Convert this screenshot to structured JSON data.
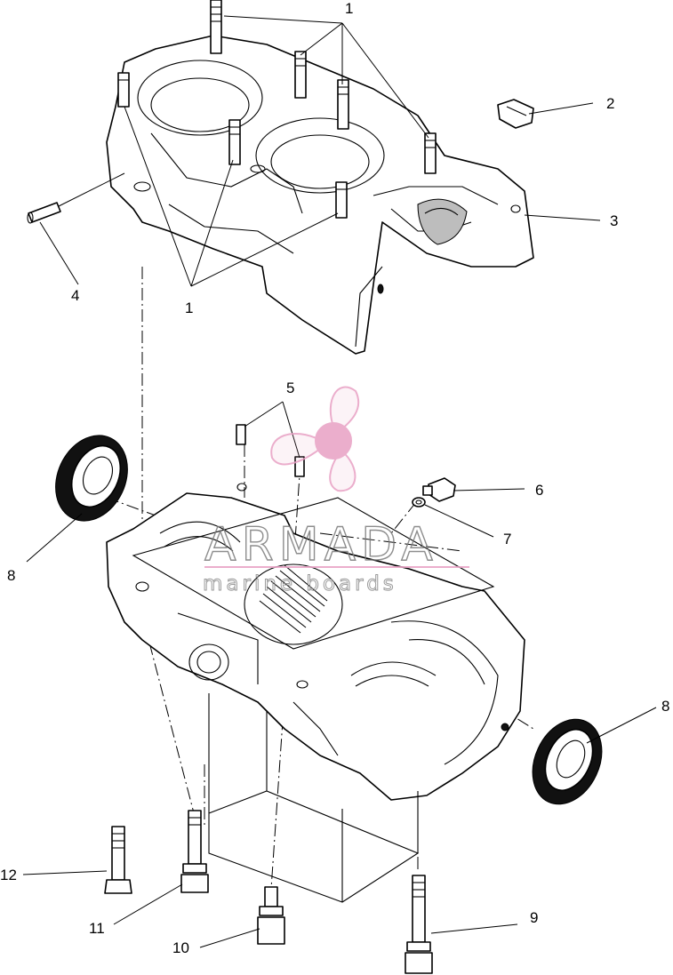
{
  "diagram": {
    "callouts": [
      {
        "id": "c1a",
        "label": "1"
      },
      {
        "id": "c1b",
        "label": "1"
      },
      {
        "id": "c2",
        "label": "2"
      },
      {
        "id": "c3",
        "label": "3"
      },
      {
        "id": "c4",
        "label": "4"
      },
      {
        "id": "c5",
        "label": "5"
      },
      {
        "id": "c6",
        "label": "6"
      },
      {
        "id": "c7",
        "label": "7"
      },
      {
        "id": "c8a",
        "label": "8"
      },
      {
        "id": "c8b",
        "label": "8"
      },
      {
        "id": "c9",
        "label": "9"
      },
      {
        "id": "c10",
        "label": "10"
      },
      {
        "id": "c11",
        "label": "11"
      },
      {
        "id": "c12",
        "label": "12"
      }
    ]
  },
  "watermark": {
    "brand": "ARMADA",
    "tagline": "marine boards",
    "color": "#e8a0c4"
  },
  "colors": {
    "line": "#000000",
    "background": "#ffffff"
  }
}
